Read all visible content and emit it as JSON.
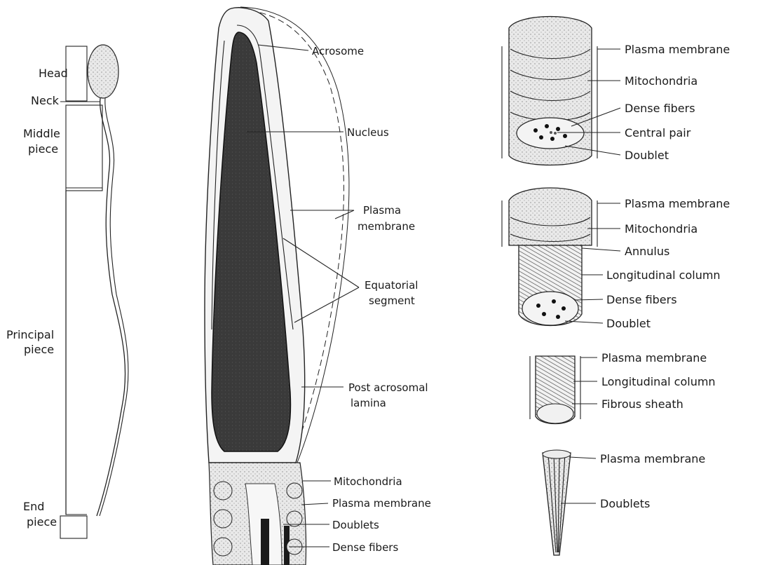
{
  "whole_sperm": {
    "labels": {
      "head": "Head",
      "neck": "Neck",
      "middle_piece_1": "Middle",
      "middle_piece_2": "piece",
      "principal_piece_1": "Principal",
      "principal_piece_2": "piece",
      "end_piece_1": "End",
      "end_piece_2": "piece"
    }
  },
  "head_section": {
    "labels": {
      "acrosome": "Acrosome",
      "nucleus": "Nucleus",
      "plasma_membrane_1": "Plasma",
      "plasma_membrane_2": "membrane",
      "equatorial_segment_1": "Equatorial",
      "equatorial_segment_2": "segment",
      "post_acrosomal_1": "Post acrosomal",
      "post_acrosomal_2": "lamina",
      "mitochondria": "Mitochondria",
      "plasma_membrane": "Plasma membrane",
      "doublets": "Doublets",
      "dense_fibers": "Dense fibers"
    }
  },
  "middle_piece_section": {
    "labels": [
      "Plasma membrane",
      "Mitochondria",
      "Dense fibers",
      "Central pair",
      "Doublet"
    ]
  },
  "annulus_section": {
    "labels": [
      "Plasma membrane",
      "Mitochondria",
      "Annulus",
      "Longitudinal column",
      "Dense fibers",
      "Doublet"
    ]
  },
  "principal_piece_section": {
    "labels": [
      "Plasma membrane",
      "Longitudinal column",
      "Fibrous sheath"
    ]
  },
  "end_piece_section": {
    "labels": [
      "Plasma membrane",
      "Doublets"
    ]
  },
  "colors": {
    "ink": "#222222",
    "nucleus_fill": "#2e2e2e",
    "stipple": "#bdbdbd"
  }
}
